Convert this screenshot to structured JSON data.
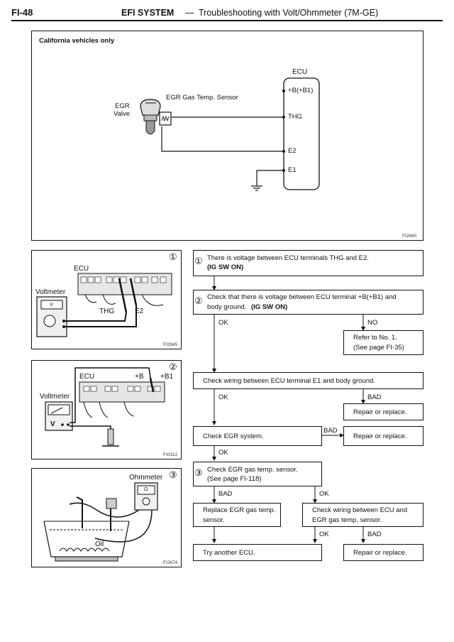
{
  "header": {
    "page_no": "FI-48",
    "section": "EFI SYSTEM",
    "dash": "—",
    "title": "Troubleshooting with Volt/Ohmmeter (7M-GE)"
  },
  "top_diagram": {
    "caption": "California vehicles only",
    "ecu": "ECU",
    "egr_valve_line1": "EGR",
    "egr_valve_line2": "Valve",
    "sensor": "EGR Gas Temp. Sensor",
    "terminals": [
      "+B(+B1)",
      "THG",
      "E2",
      "E1"
    ],
    "fig_code": "FI2680"
  },
  "figures": [
    {
      "num": "①",
      "ecu": "ECU",
      "meter": "Voltmeter",
      "pin_a": "THG",
      "pin_b": "E2",
      "meter_face": "V",
      "code": "FI2945"
    },
    {
      "num": "②",
      "ecu": "ECU",
      "meter": "Voltmeter",
      "pin_a": "+B",
      "pin_b": "+B1",
      "meter_face": "V",
      "code": "FI0312"
    },
    {
      "num": "③",
      "meter": "Ohmmeter",
      "meter_face": "Ω",
      "oil": "Oil",
      "code": "FI2674"
    }
  ],
  "flow": {
    "step1_num": "①",
    "step1_text": "There is voltage between ECU terminals THG and E2.",
    "step1_cond": "(IG SW ON)",
    "step2_num": "②",
    "step2_text": "Check that there is voltage between ECU terminal +B(+B1) and",
    "step2_text2": "body ground.",
    "step2_cond": "(IG SW ON)",
    "ok1": "OK",
    "no1": "NO",
    "refer_line1": "Refer to No. 1.",
    "refer_line2": "(See page FI-35)",
    "check_e1": "Check wiring between ECU terminal E1 and body ground.",
    "ok2": "OK",
    "bad1": "BAD",
    "repair1": "Repair or replace.",
    "check_egr": "Check EGR system.",
    "bad2": "BAD",
    "repair2": "Repair or replace.",
    "ok3": "OK",
    "step3_num": "③",
    "step3_text": "Check EGR gas temp. sensor.",
    "step3_ref": "(See page FI-118)",
    "bad3": "BAD",
    "ok4": "OK",
    "replace_line1": "Replace EGR gas temp.",
    "replace_line2": "sensor.",
    "check_wiring_line1": "Check wiring between ECU and",
    "check_wiring_line2": "EGR gas temp. sensor.",
    "ok5": "OK",
    "bad4": "BAD",
    "try_ecu": "Try another ECU.",
    "repair3": "Repair or replace."
  }
}
